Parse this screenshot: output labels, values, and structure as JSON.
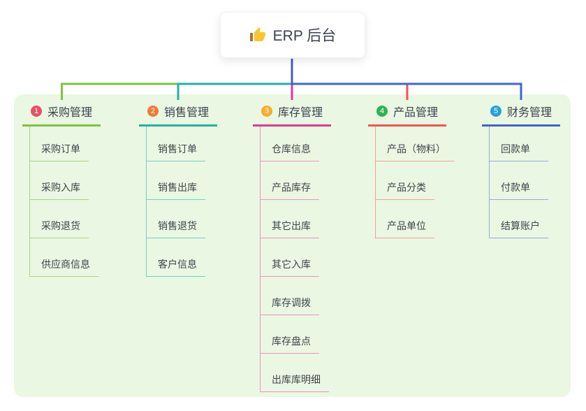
{
  "root": {
    "title": "ERP 后台",
    "icon": "thumbs-up-icon"
  },
  "branches": [
    {
      "badge": "1",
      "title": "采购管理",
      "color": "#7fc241",
      "light_color": "#aad584",
      "badge_color": "#e94f63",
      "items": [
        "采购订单",
        "采购入库",
        "采购退货",
        "供应商信息"
      ]
    },
    {
      "badge": "2",
      "title": "销售管理",
      "color": "#21b2a6",
      "light_color": "#72cfc9",
      "badge_color": "#ef7a3a",
      "items": [
        "销售订单",
        "销售出库",
        "销售退货",
        "客户信息"
      ]
    },
    {
      "badge": "3",
      "title": "库存管理",
      "color": "#dc3b93",
      "light_color": "#ee92c2",
      "badge_color": "#f9ad29",
      "items": [
        "仓库信息",
        "产品库存",
        "其它出库",
        "其它入库",
        "库存调拨",
        "库存盘点",
        "出库库明细"
      ]
    },
    {
      "badge": "4",
      "title": "产品管理",
      "color": "#f4534e",
      "light_color": "#f59e99",
      "badge_color": "#2fb355",
      "items": [
        "产品（物料）",
        "产品分类",
        "产品单位"
      ]
    },
    {
      "badge": "5",
      "title": "财务管理",
      "color": "#4164d3",
      "light_color": "#96a9e2",
      "badge_color": "#2b9fd8",
      "items": [
        "回款单",
        "付款单",
        "结算账户"
      ]
    }
  ],
  "connectors": {
    "stem_color": "#4c57c9"
  },
  "canvas": {
    "background": "#ffffff",
    "panel_background": "#eaf7e2",
    "text_color": "#3b4151"
  }
}
